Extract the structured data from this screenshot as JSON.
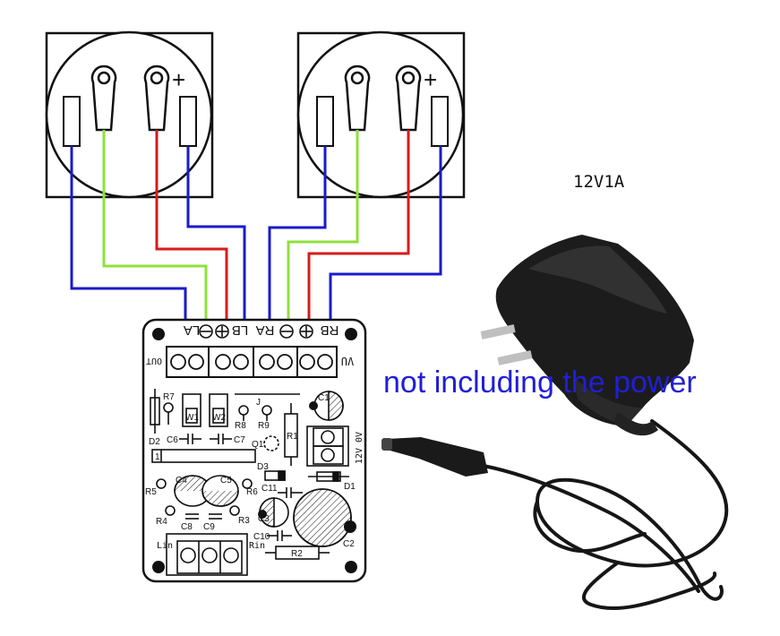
{
  "spec_label": "12V1A",
  "note": "not including the power",
  "colors": {
    "blue": "#1a1acc",
    "green": "#8fe03a",
    "red": "#d81b1b",
    "black": "#111111"
  },
  "socket": {
    "plus_sign": "+"
  },
  "board": {
    "top_labels": [
      "LA",
      "LB",
      "RA",
      "RB"
    ],
    "out_label": "OUT",
    "vu_label": "VU",
    "lin_label": "Lin",
    "rin_label": "Rin",
    "power_label": "12V 0V",
    "j_label": "J",
    "one_label": "1",
    "components": [
      "R7",
      "W1",
      "W2",
      "R8",
      "R9",
      "C1",
      "C6",
      "C7",
      "Q1",
      "R1",
      "D2",
      "D3",
      "D1",
      "C4",
      "C5",
      "R5",
      "R6",
      "C11",
      "C8",
      "C9",
      "R4",
      "R3",
      "C3",
      "C10",
      "C2",
      "R2"
    ]
  }
}
